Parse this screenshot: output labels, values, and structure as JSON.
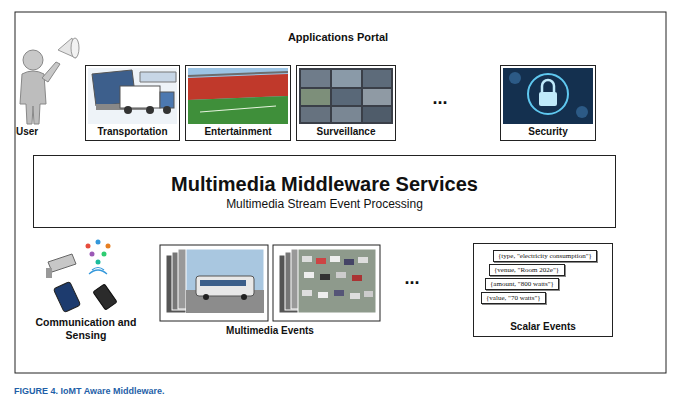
{
  "diagram": {
    "caption": "FIGURE 4. IoMT Aware Middleware.",
    "nodes": [
      {
        "text": [
          "Transportation"
        ]
      },
      {
        "text": [
          "Entertainment"
        ]
      },
      {
        "text": [
          "Surveillance"
        ]
      },
      {
        "text": [
          "Security"
        ]
      },
      {
        "text": [
          "Multimedia Middleware Services",
          "Multimedia Stream Event Processing"
        ]
      },
      {
        "text": [
          "Scalar Events"
        ]
      },
      {
        "text": [
          "{type, \"electricity consumption\"}"
        ],
        "in": 5
      },
      {
        "text": [
          "{venue, \"Room 202e\"}"
        ],
        "in": 5
      },
      {
        "text": [
          "{amount, \"800 watts\"}"
        ],
        "in": 5
      },
      {
        "text": [
          "{value, \"70 watts\"}"
        ],
        "in": 5
      }
    ],
    "labels": [
      "Applications Portal",
      "User",
      "...",
      "Communication and Sensing",
      "Multimedia Events",
      "..."
    ]
  }
}
